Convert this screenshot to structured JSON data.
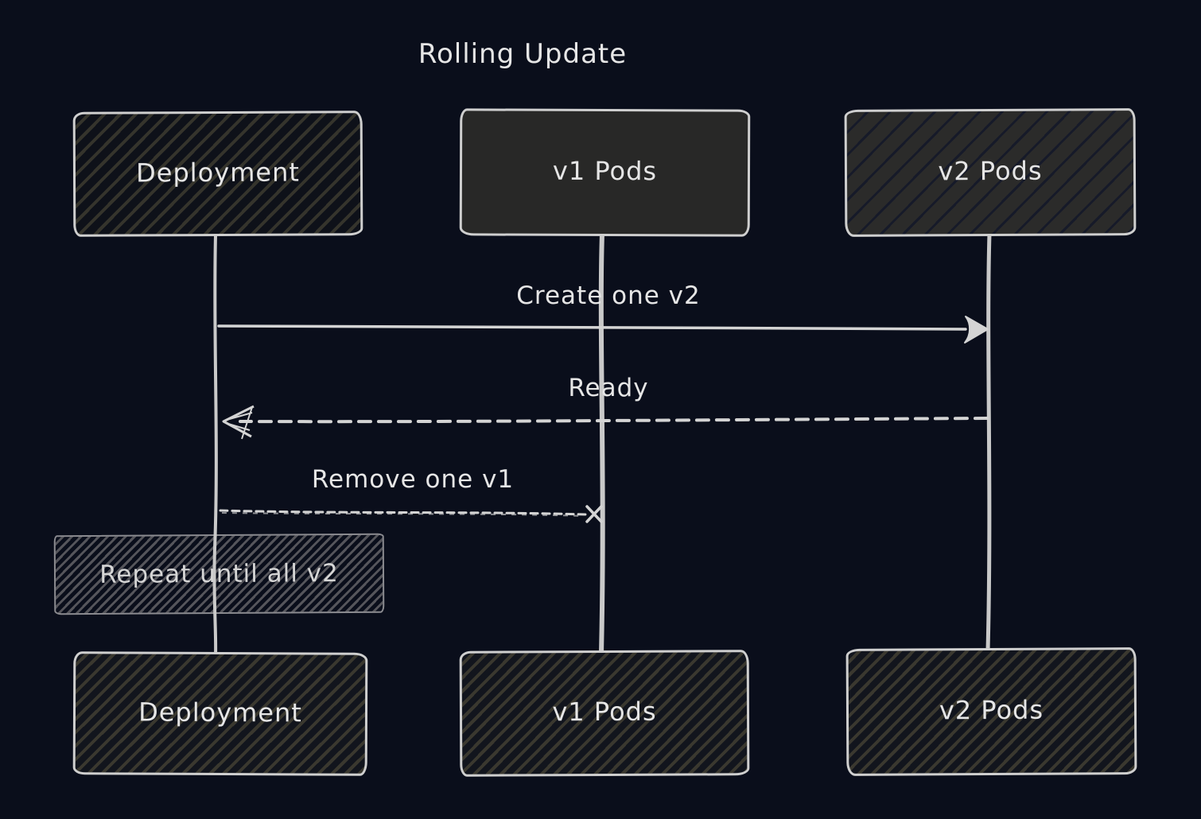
{
  "diagram": {
    "type": "sequence",
    "title": "Rolling Update",
    "actors": [
      {
        "id": "deployment",
        "label": "Deployment"
      },
      {
        "id": "v1-pods",
        "label": "v1 Pods"
      },
      {
        "id": "v2-pods",
        "label": "v2 Pods"
      }
    ],
    "messages": [
      {
        "from": "deployment",
        "to": "v2-pods",
        "label": "Create one v2",
        "line": "solid",
        "arrowhead": "filled-triangle"
      },
      {
        "from": "v2-pods",
        "to": "deployment",
        "label": "Ready",
        "line": "dashed",
        "arrowhead": "open-triangle"
      },
      {
        "from": "deployment",
        "to": "v1-pods",
        "label": "Remove one v1",
        "line": "dashed",
        "arrowhead": "cross"
      }
    ],
    "note": {
      "over": "deployment",
      "label": "Repeat until all v2"
    }
  },
  "colors": {
    "background": "#0a0e1b",
    "text": "#e6e6e6",
    "line": "#c9c9c9",
    "arrow": "#d4d4d4",
    "box_border": "#cfcfcf",
    "v1_fill": "#282827",
    "v2_fill": "#2b2b2a",
    "hatch_olive": "#35342c",
    "hatch_navy": "#161a29",
    "hatch_bottom": "#3a382f",
    "hatch_note": "#55555b",
    "note_border": "#8b8b90",
    "note_text": "#d6d6d6"
  }
}
